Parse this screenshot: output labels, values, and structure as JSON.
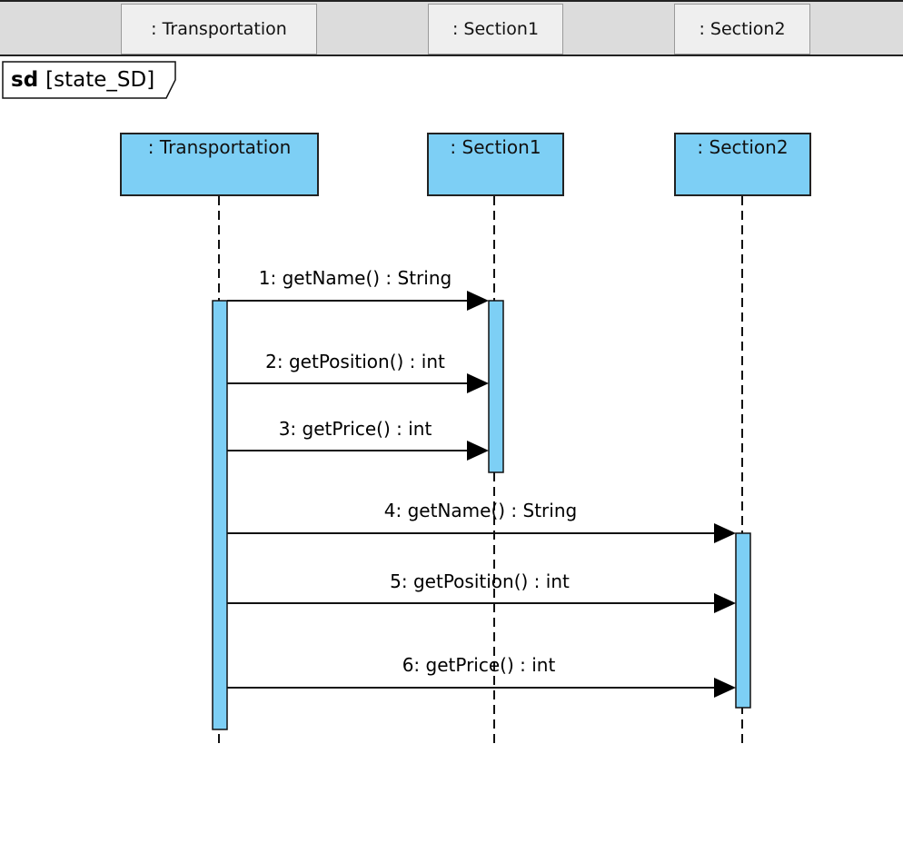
{
  "header": {
    "cells": [
      {
        "label": ": Transportation"
      },
      {
        "label": ": Section1"
      },
      {
        "label": ": Section2"
      }
    ]
  },
  "frame": {
    "keyword": "sd",
    "name": "[state_SD]"
  },
  "lifelines": [
    {
      "name": ": Transportation",
      "fill": "#7dcff5"
    },
    {
      "name": ": Section1",
      "fill": "#7dcff5"
    },
    {
      "name": ": Section2",
      "fill": "#7dcff5"
    }
  ],
  "messages": [
    {
      "label": "1: getName() : String",
      "from": 0,
      "to": 1
    },
    {
      "label": "2: getPosition() : int",
      "from": 0,
      "to": 1
    },
    {
      "label": "3: getPrice() : int",
      "from": 0,
      "to": 1
    },
    {
      "label": "4: getName() : String",
      "from": 0,
      "to": 2
    },
    {
      "label": "5: getPosition() : int",
      "from": 0,
      "to": 2
    },
    {
      "label": "6: getPrice() : int",
      "from": 0,
      "to": 2
    }
  ],
  "colors": {
    "activation_fill": "#7dcff5",
    "stroke": "#111111",
    "header_bg": "#dcdcdc",
    "header_cell_bg": "#efefef"
  }
}
